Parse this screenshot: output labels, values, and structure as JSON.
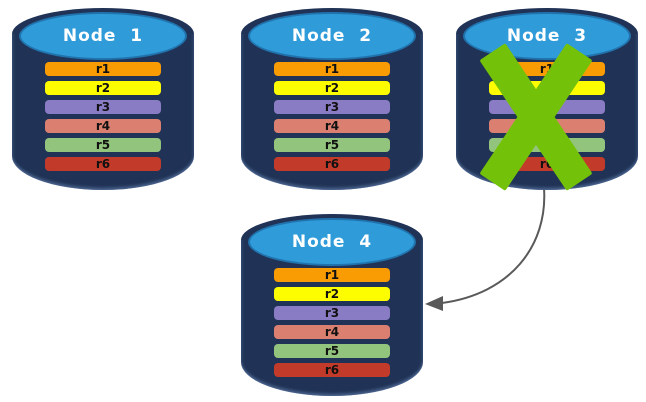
{
  "colors": {
    "background": "#ffffff",
    "cylinder_body": "#203356",
    "cylinder_top": "#2F9CD9",
    "cylinder_top_border": "#2173AE",
    "node_title_text": "#ffffff",
    "row_label_text": "#111111",
    "failure_x": "#74C109",
    "arrow": "#595959"
  },
  "rows": [
    {
      "label": "r1",
      "color": "#F99C03"
    },
    {
      "label": "r2",
      "color": "#FDFD00"
    },
    {
      "label": "r3",
      "color": "#8A7CC4"
    },
    {
      "label": "r4",
      "color": "#DB8070"
    },
    {
      "label": "r5",
      "color": "#93C47E"
    },
    {
      "label": "r6",
      "color": "#C23B2A"
    }
  ],
  "nodes": [
    {
      "id": "node-1",
      "title": "Node  1",
      "failed": false
    },
    {
      "id": "node-2",
      "title": "Node  2",
      "failed": false
    },
    {
      "id": "node-3",
      "title": "Node  3",
      "failed": true
    },
    {
      "id": "node-4",
      "title": "Node  4",
      "failed": false
    }
  ],
  "arrow": {
    "from": "node-3",
    "to": "node-4"
  }
}
